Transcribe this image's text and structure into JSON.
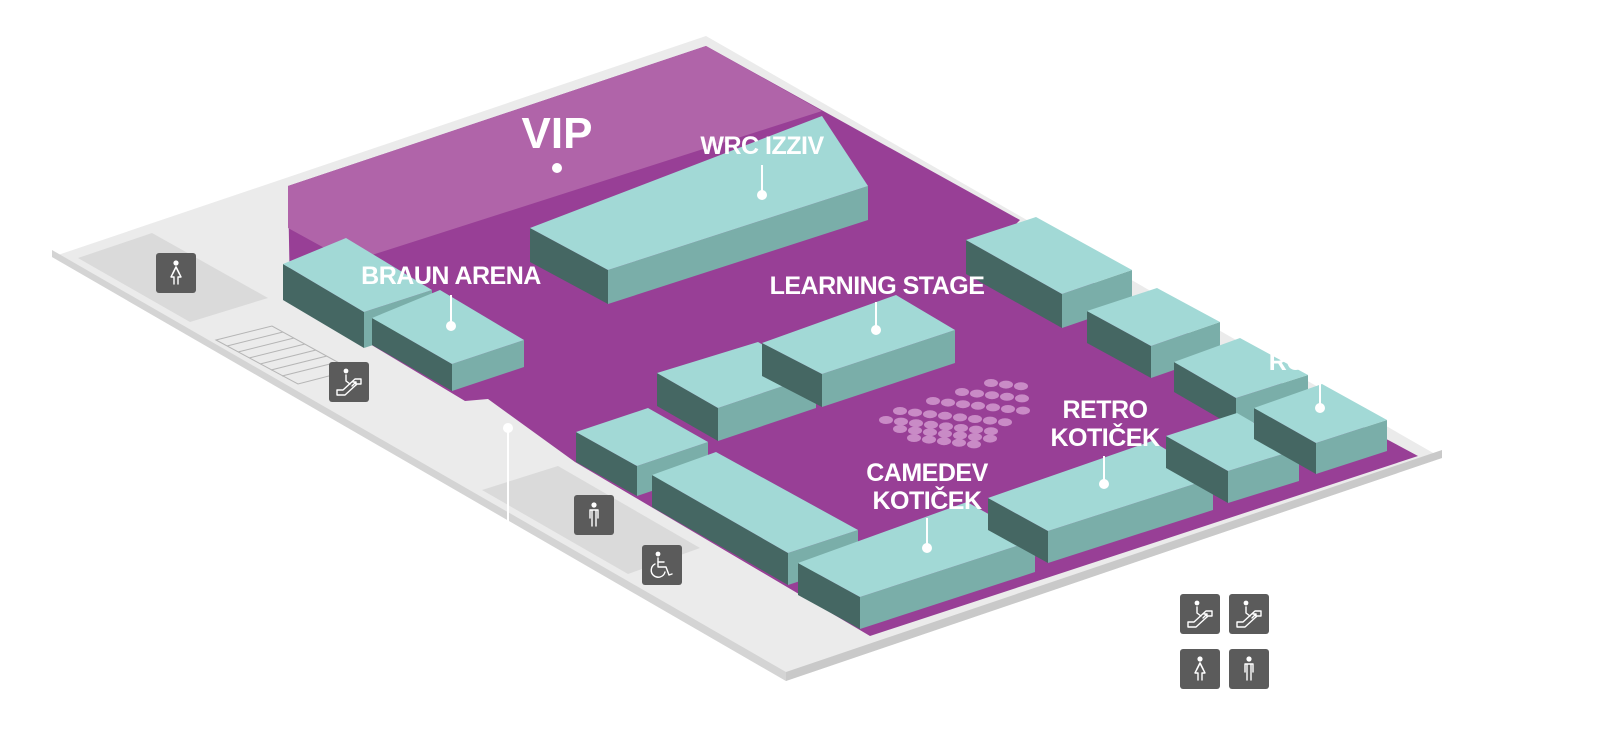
{
  "colors": {
    "floor": "#ebebeb",
    "floor_edge": "#c9c9c9",
    "hall": "#983f96",
    "vip_zone": "#b064a9",
    "booth_top": "#a2d9d6",
    "booth_side_light": "#7aaea9",
    "booth_side_dark": "#456763",
    "icon_bg": "#5b5b5b",
    "seat_dots": "#c98bc6"
  },
  "zones": {
    "vip": "VIP",
    "wrc_izziv": "WRC IZZIV",
    "braun_arena": "BRAUN ARENA",
    "learning_stage": "LEARNING STAGE",
    "retro_koticek_line1": "RETRO",
    "retro_koticek_line2": "KOTIČEK",
    "camedev_koticek_line1": "CAMEDEV",
    "camedev_koticek_line2": "KOTIČEK",
    "partial_label": "RO"
  },
  "icons": [
    {
      "name": "restroom-women-icon"
    },
    {
      "name": "escalator-icon"
    },
    {
      "name": "restroom-men-icon"
    },
    {
      "name": "wheelchair-icon"
    },
    {
      "name": "escalator-down-icon"
    },
    {
      "name": "escalator-up-icon"
    },
    {
      "name": "restroom-women-icon"
    },
    {
      "name": "restroom-men-icon"
    }
  ]
}
